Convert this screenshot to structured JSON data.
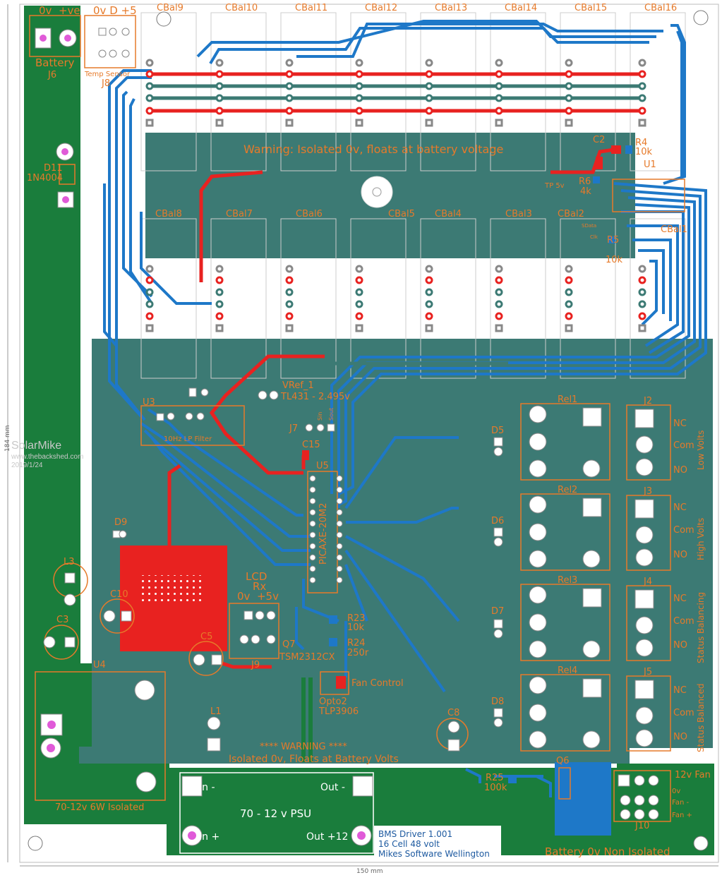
{
  "board": {
    "title_block": [
      "BMS Driver 1.001",
      "16 Cell 48 volt",
      "Mikes Software Wellington"
    ],
    "dim_width": "150 mm",
    "dim_height": "184 mm"
  },
  "watermark": {
    "name": "SolarMike",
    "site": "www.thebackshed.com",
    "date": "2019/1/24"
  },
  "warnings": {
    "top": "Warning: Isolated 0v, floats at battery voltage",
    "bottom_1": "**** WARNING ****",
    "bottom_2": "Isolated 0v, Floats at Battery Volts",
    "non_isolated": "Battery 0v Non Isolated"
  },
  "header_labels": {
    "battery_pins": "0v  +ve",
    "sensor_pins": "0v D +5",
    "battery": "Battery",
    "battery_ref": "J6",
    "temp_sensor": "Temp Sensor",
    "temp_ref": "J8"
  },
  "cbal_top": [
    "CBal9",
    "CBal10",
    "CBal11",
    "CBal12",
    "CBal13",
    "CBal14",
    "CBal15",
    "CBal16"
  ],
  "cbal_bottom": [
    "CBal8",
    "CBal7",
    "CBal6",
    "CBal5",
    "CBal4",
    "CBal3",
    "CBal2",
    "CBal1"
  ],
  "parts": {
    "d11": "D11",
    "d11_val": "1N4004",
    "c2": "C2",
    "r4": "R4",
    "r4_val": "10k",
    "u1": "U1",
    "tp5v": "TP 5v",
    "r6": "R6",
    "r6_val": "4k",
    "sdata": "SData",
    "clk": "Clk",
    "r5": "R5",
    "r5_val": "10k",
    "vref": "VRef_1",
    "vref_val": "TL431 - 2.495v",
    "u3": "U3",
    "filter": "10Hz LP Filter",
    "j7": "J7",
    "sin": "Sin",
    "sout": "Sout",
    "c15": "C15",
    "u5": "U5",
    "picaxe": "PICAXE-20M2",
    "lcd": "LCD",
    "rx": "Rx",
    "lcd_pins": "0v  +5v",
    "j9": "J9",
    "r23": "R23",
    "r23_val": "10k",
    "r24": "R24",
    "r24_val": "250r",
    "q7": "Q7",
    "q7_val": "TSM2312CX",
    "fan_control": "Fan Control",
    "opto": "Opto2",
    "opto_val": "TLP3906",
    "d9": "D9",
    "c10": "C10",
    "l3": "L3",
    "c3": "C3",
    "c5": "C5",
    "u4": "U4",
    "u4_val": "70-12v 6W Isolated",
    "l1": "L1",
    "c8": "C8",
    "d5": "D5",
    "d6": "D6",
    "d7": "D7",
    "d8": "D8",
    "r25": "R25",
    "r25_val": "100k",
    "q6": "Q6",
    "j10": "J10",
    "fan12v": "12v Fan",
    "fan_pins": [
      "0v",
      "Fan -",
      "Fan +"
    ]
  },
  "psu": {
    "title": "70 - 12 v PSU",
    "in_minus": "In -",
    "in_plus": "In +",
    "out_minus": "Out -",
    "out_plus": "Out +12"
  },
  "relays": [
    {
      "name": "Rel1",
      "conn": "J2",
      "nc": "NC",
      "com": "Com",
      "no": "NO",
      "label": "Low Volts"
    },
    {
      "name": "Rel2",
      "conn": "J3",
      "nc": "NC",
      "com": "Com",
      "no": "NO",
      "label": "High Volts"
    },
    {
      "name": "Rel3",
      "conn": "J4",
      "nc": "NC",
      "com": "Com",
      "no": "NO",
      "label": "Status Balancing"
    },
    {
      "name": "Rel4",
      "conn": "J5",
      "nc": "NC",
      "com": "Com",
      "no": "NO",
      "label": "Status Balanced"
    }
  ],
  "colors": {
    "green": "#1a7d3c",
    "teal": "#3c7a74",
    "red": "#e82220",
    "blue": "#1e78c8",
    "silk": "#e67a2a"
  }
}
